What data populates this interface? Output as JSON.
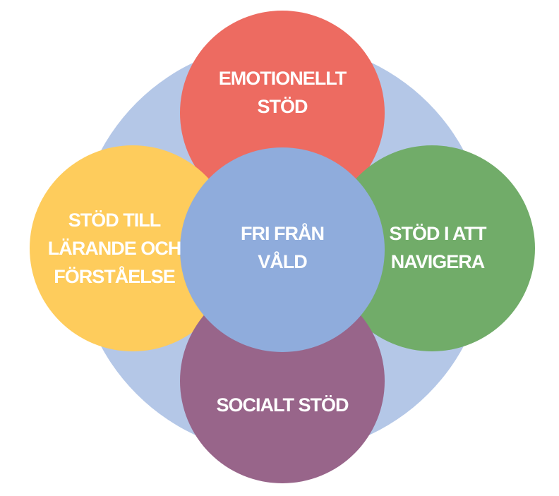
{
  "diagram": {
    "center": {
      "lines": [
        "FRI FRÅN",
        "VÅLD"
      ],
      "color": "#8FACDC"
    },
    "background_color": "#B4C7E7",
    "petals": [
      {
        "id": "top",
        "lines": [
          "EMOTIONELLT",
          "STÖD"
        ],
        "color": "#ED6B61"
      },
      {
        "id": "left",
        "lines": [
          "STÖD TILL",
          "LÄRANDE OCH",
          "FÖRSTÅELSE"
        ],
        "color": "#FECC5C"
      },
      {
        "id": "right",
        "lines": [
          "STÖD I ATT",
          "NAVIGERA"
        ],
        "color": "#71AC69"
      },
      {
        "id": "bottom",
        "lines": [
          "SOCIALT STÖD"
        ],
        "color": "#98658A"
      }
    ]
  }
}
